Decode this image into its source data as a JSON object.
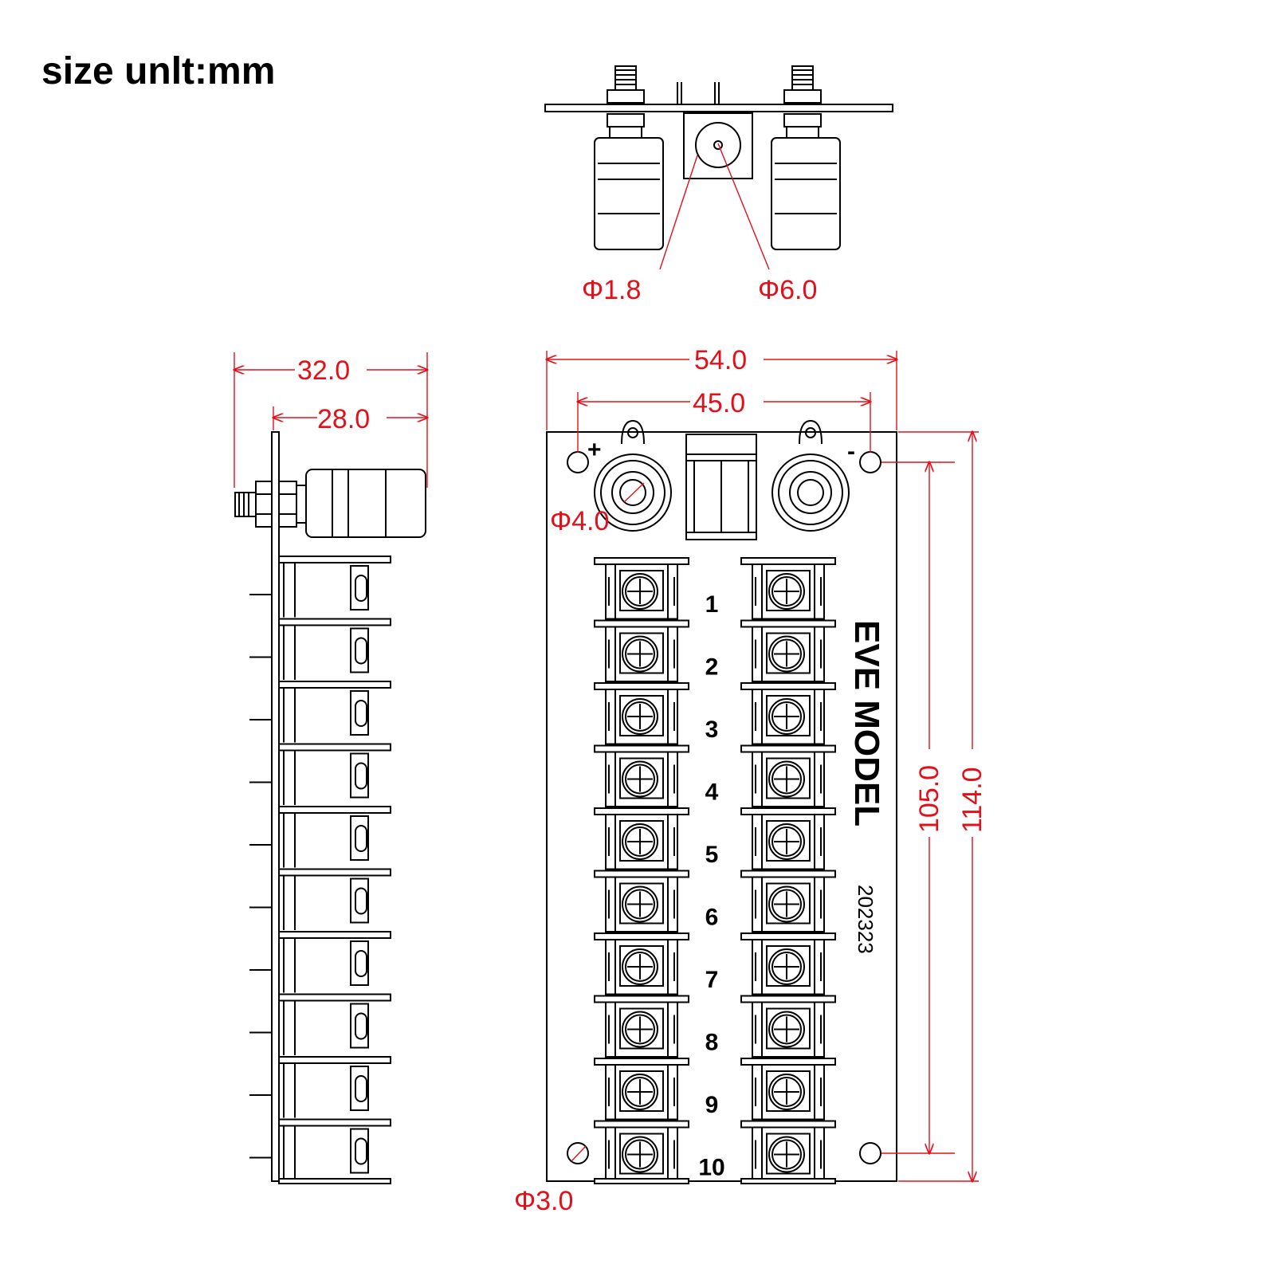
{
  "title": "size unlt:mm",
  "dimensions": {
    "pin_dia": "Φ1.8",
    "jack_dia": "Φ6.0",
    "side_depth_total": "32.0",
    "side_depth_body": "28.0",
    "board_width": "54.0",
    "hole_spacing_width": "45.0",
    "post_hole_dia": "Φ4.0",
    "mount_hole_dia": "Φ3.0",
    "hole_spacing_height": "105.0",
    "board_height": "114.0"
  },
  "board": {
    "brand": "EVE MODEL",
    "code": "202323",
    "plus_sign": "+",
    "minus_sign": "-",
    "terminal_numbers": [
      "1",
      "2",
      "3",
      "4",
      "5",
      "6",
      "7",
      "8",
      "9",
      "10"
    ]
  }
}
